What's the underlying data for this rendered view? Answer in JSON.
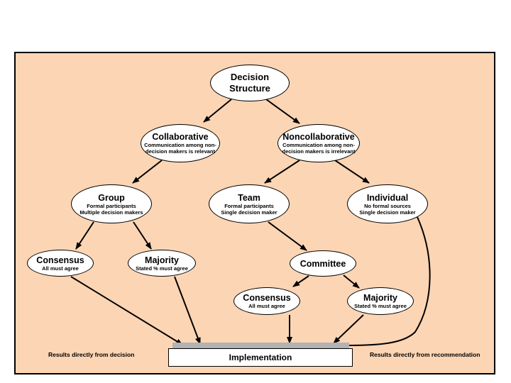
{
  "nodes": {
    "decision_structure": {
      "title": "Decision Structure"
    },
    "collaborative": {
      "title": "Collaborative",
      "subtitle_line1": "Communication among non-",
      "subtitle_line2": "decision makers is relevant"
    },
    "noncollaborative": {
      "title": "Noncollaborative",
      "subtitle_line1": "Communication among non-",
      "subtitle_line2": "decision makers is irrelevant"
    },
    "group": {
      "title": "Group",
      "subtitle_line1": "Formal participants",
      "subtitle_line2": "Multiple decision makers"
    },
    "team": {
      "title": "Team",
      "subtitle_line1": "Formal participants",
      "subtitle_line2": "Single decision maker"
    },
    "individual": {
      "title": "Individual",
      "subtitle_line1": "No formal sources",
      "subtitle_line2": "Single decision maker"
    },
    "consensus_left": {
      "title": "Consensus",
      "subtitle": "All must agree"
    },
    "majority_left": {
      "title": "Majority",
      "subtitle": "Stated % must agree"
    },
    "committee": {
      "title": "Committee"
    },
    "consensus_right": {
      "title": "Consensus",
      "subtitle": "All must agree"
    },
    "majority_right": {
      "title": "Majority",
      "subtitle": "Stated % must agree"
    }
  },
  "implementation": {
    "label": "Implementation"
  },
  "captions": {
    "left": "Results directly from decision",
    "right": "Results directly from recommendation"
  },
  "colors": {
    "panel_background": "#fcd5b4",
    "implementation_top": "#b2b2b2"
  }
}
